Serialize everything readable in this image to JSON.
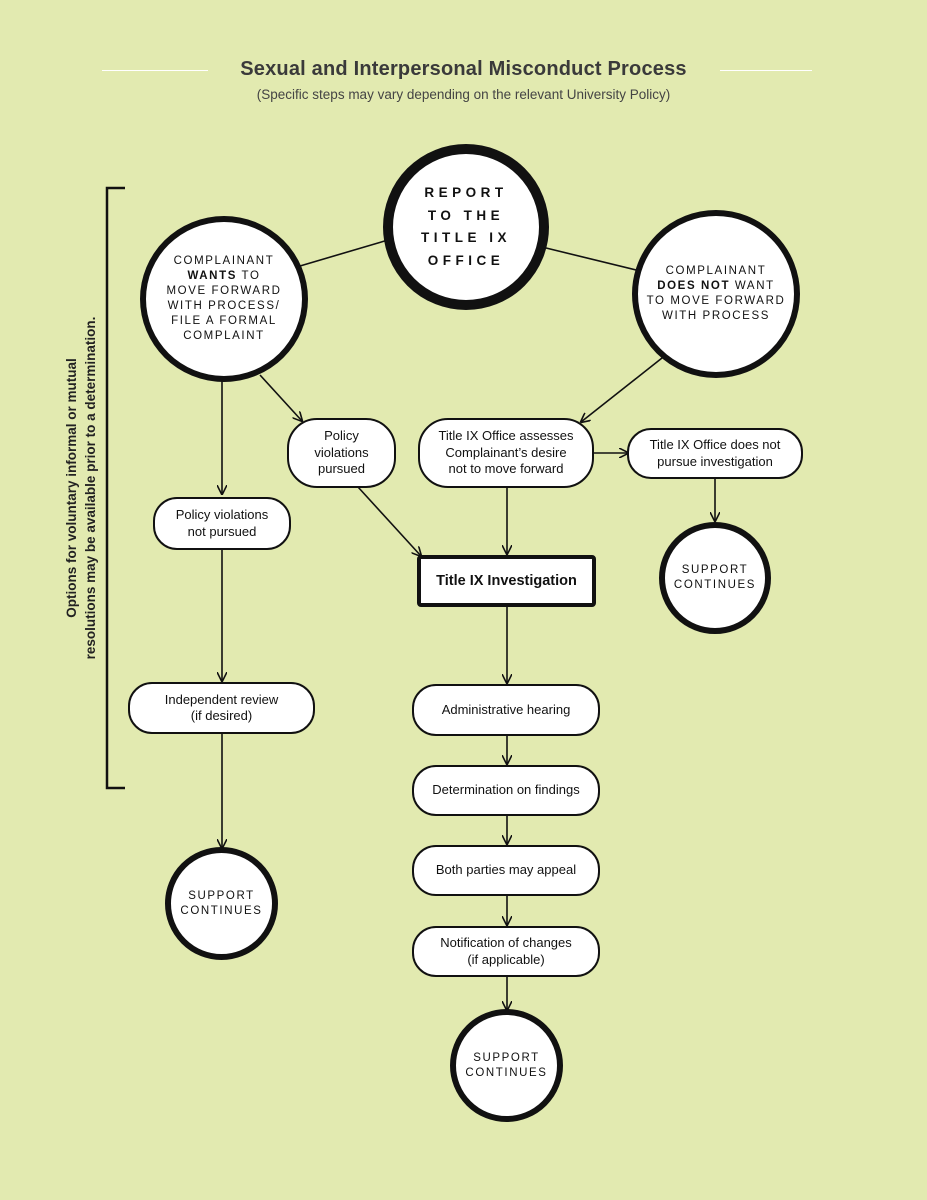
{
  "title": "Sexual and Interpersonal Misconduct Process",
  "subtitle": "(Specific steps may vary depending on the relevant University Policy)",
  "side_note": {
    "line1": "Options for voluntary informal or mutual",
    "line2": "resolutions may be available prior to a determination."
  },
  "nodes": {
    "report": {
      "lines": [
        "REPORT",
        "TO THE",
        "TITLE IX",
        "OFFICE"
      ]
    },
    "wants": {
      "line1": "COMPLAINANT",
      "line2_bold": "WANTS",
      "line2_rest": " TO",
      "line3": "MOVE FORWARD",
      "line4": "WITH PROCESS/",
      "line5": "FILE A FORMAL",
      "line6": "COMPLAINT"
    },
    "does_not": {
      "line1": "COMPLAINANT",
      "line2_bold": "DOES NOT",
      "line2_rest": " WANT",
      "line3": "TO MOVE FORWARD",
      "line4": "WITH PROCESS"
    },
    "policy_pursued": {
      "line1": "Policy",
      "line2": "violations",
      "line3": "pursued"
    },
    "policy_not_pursued": {
      "line1": "Policy violations",
      "line2": "not pursued"
    },
    "assesses": {
      "line1": "Title IX Office assesses",
      "line2": "Complainant’s desire",
      "line3": "not to move forward"
    },
    "does_not_pursue": {
      "line1": "Title IX Office does not",
      "line2": "pursue investigation"
    },
    "investigation": "Title IX Investigation",
    "independent_review": {
      "line1": "Independent review",
      "line2": "(if desired)"
    },
    "hearing": "Administrative hearing",
    "determination": "Determination on findings",
    "appeal": "Both parties may appeal",
    "notification": {
      "line1": "Notification of changes",
      "line2": "(if applicable)"
    },
    "support": {
      "line1": "SUPPORT",
      "line2": "CONTINUES"
    }
  },
  "colors": {
    "background": "#e2eab0",
    "ink": "#111111",
    "node_fill": "#ffffff"
  }
}
